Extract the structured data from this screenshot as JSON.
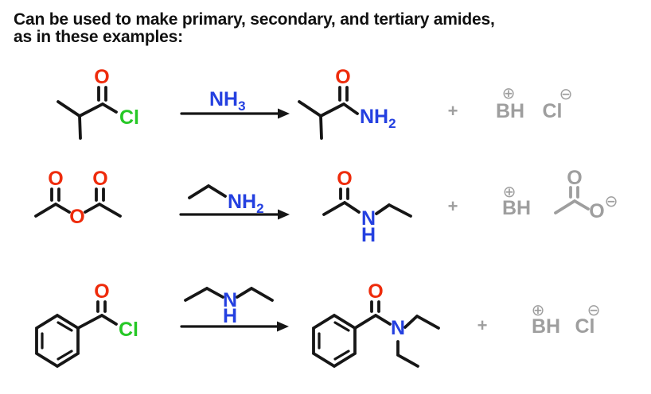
{
  "header": {
    "line1": "Can be used to make primary, secondary, and tertiary amides,",
    "line2": "as in these examples:"
  },
  "symbols": {
    "plus": "+",
    "plus_circle": "⊕",
    "minus_circle": "⊖"
  },
  "colors": {
    "oxygen": "#ee2b0b",
    "chlorine": "#26c826",
    "nitrogen": "#2440e0",
    "byproduct_gray": "#9e9e9e",
    "bond_black": "#161616"
  },
  "reactions": [
    {
      "reactant": {
        "o": "O",
        "cl": "Cl"
      },
      "reagent": {
        "text": "NH",
        "sub": "3"
      },
      "product": {
        "o": "O",
        "nh": "NH",
        "sub": "2"
      },
      "byproducts": {
        "bh": "BH",
        "anion": "Cl"
      }
    },
    {
      "reactant": {
        "o_left": "O",
        "o_center": "O",
        "o_right": "O"
      },
      "reagent": {
        "text": "NH",
        "sub": "2"
      },
      "product": {
        "o": "O",
        "n": "N",
        "h": "H"
      },
      "byproducts": {
        "bh": "BH",
        "acetate_o_top": "O",
        "acetate_o": "O"
      }
    },
    {
      "reactant": {
        "o": "O",
        "cl": "Cl"
      },
      "reagent": {
        "n": "N",
        "h": "H"
      },
      "product": {
        "o": "O",
        "n": "N"
      },
      "byproducts": {
        "bh": "BH",
        "anion": "Cl"
      }
    }
  ]
}
